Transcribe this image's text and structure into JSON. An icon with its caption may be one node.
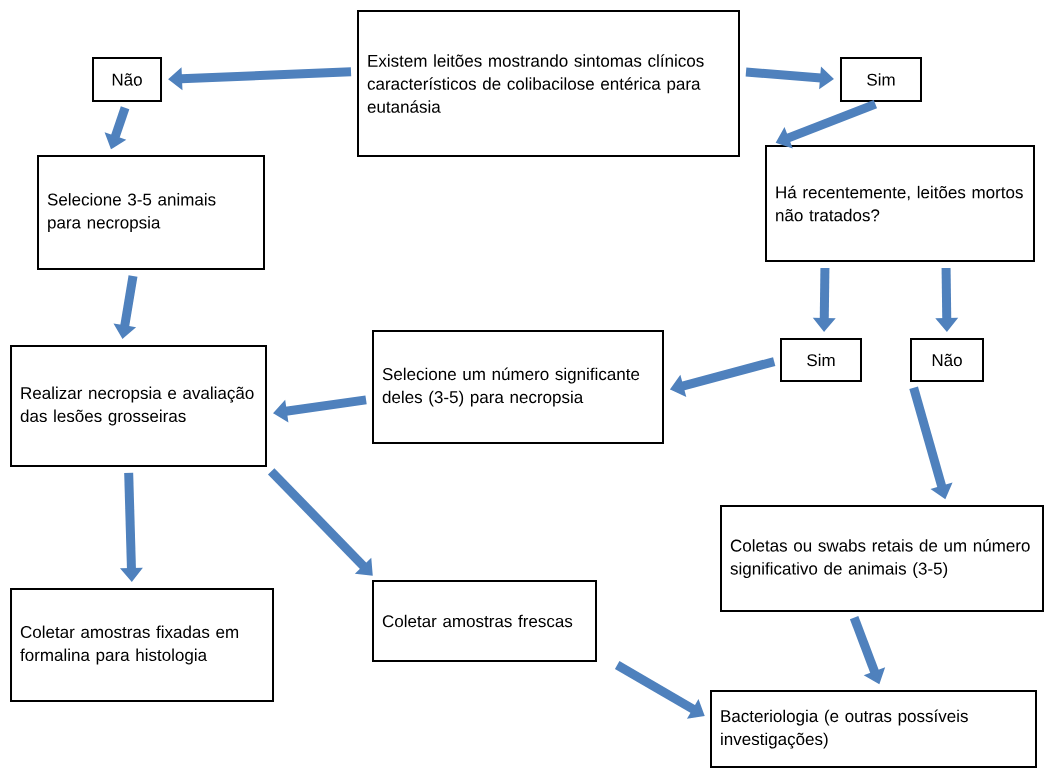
{
  "diagram": {
    "nodes": [
      {
        "text": [
          "Existem leitões mostrando sintomas clínicos característicos de colibacilose entérica para eutanásia"
        ]
      },
      {
        "text": [
          "Não"
        ]
      },
      {
        "text": [
          "Sim"
        ]
      },
      {
        "text": [
          "Selecione 3-5 animais para necropsia"
        ]
      },
      {
        "text": [
          "Há recentemente, leitões mortos não tratados?"
        ]
      },
      {
        "text": [
          "Sim"
        ]
      },
      {
        "text": [
          "Não"
        ]
      },
      {
        "text": [
          "Selecione um número significante deles (3-5) para necropsia"
        ]
      },
      {
        "text": [
          "Realizar necropsia e avaliação das lesões grosseiras"
        ]
      },
      {
        "text": [
          "Coletas ou swabs retais de um número significativo de animais (3-5)"
        ]
      },
      {
        "text": [
          "Coletar amostras fixadas em formalina para histologia"
        ]
      },
      {
        "text": [
          "Coletar amostras frescas"
        ]
      },
      {
        "text": [
          "Bacteriologia (e outras possíveis investigações)"
        ]
      }
    ],
    "edges": [
      {
        "from": 0,
        "to": 1,
        "arrow": "to"
      },
      {
        "from": 0,
        "to": 2,
        "arrow": "to"
      },
      {
        "from": 1,
        "to": 3,
        "arrow": "to"
      },
      {
        "from": 2,
        "to": 4,
        "arrow": "to"
      },
      {
        "from": 4,
        "to": 5,
        "arrow": "to"
      },
      {
        "from": 4,
        "to": 6,
        "arrow": "to"
      },
      {
        "from": 5,
        "to": 7,
        "arrow": "to"
      },
      {
        "from": 7,
        "to": 8,
        "arrow": "to"
      },
      {
        "from": 3,
        "to": 8,
        "arrow": "to"
      },
      {
        "from": 6,
        "to": 9,
        "arrow": "to"
      },
      {
        "from": 8,
        "to": 10,
        "arrow": "to"
      },
      {
        "from": 8,
        "to": 11,
        "arrow": "to"
      },
      {
        "from": 9,
        "to": 12,
        "arrow": "to"
      },
      {
        "from": 11,
        "to": 12,
        "arrow": "to"
      }
    ]
  }
}
